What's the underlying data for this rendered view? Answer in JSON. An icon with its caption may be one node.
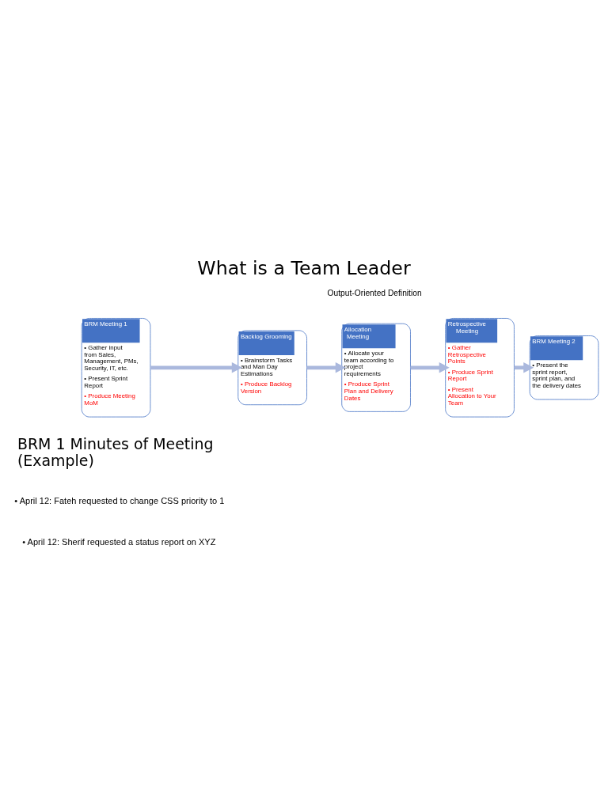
{
  "diagram": {
    "title": "What is a Team Leader",
    "nodes": [
      {
        "text": [
          "BRM Meeting 1",
          "• Gather input from Sales, Management, PMs, Security, IT, etc.",
          "• Present Sprint Report",
          "• Produce Meeting MoM"
        ]
      },
      {
        "text": [
          "Backlog Grooming",
          "• Brainstorm Tasks and Man Day Estimations",
          "• Produce Backlog Version"
        ]
      },
      {
        "text": [
          "Allocation Meeting",
          "• Allocate your team according to project requirements",
          "• Produce Sprint Plan and Delivery Dates"
        ]
      },
      {
        "text": [
          "Retrospective Meeting",
          "• Gather Retrospective Points",
          "• Produce Sprint Report",
          "• Present Allocation to Your Team"
        ]
      },
      {
        "text": [
          "BRM Meeting 2",
          "• Present the sprint report, sprint plan, and the delivery dates"
        ]
      }
    ],
    "edges": [
      {
        "from": 0,
        "to": 1,
        "arrow": "to"
      },
      {
        "from": 1,
        "to": 2,
        "arrow": "to"
      },
      {
        "from": 2,
        "to": 3,
        "arrow": "to"
      },
      {
        "from": 3,
        "to": 4,
        "arrow": "to"
      }
    ],
    "labels": [
      "Output-Oriented Definition",
      "BRM 1 Minutes of Meeting (Example)",
      "• April 12: Fateh requested to change CSS priority to 1",
      "• April 12: Sherif requested a status report on XYZ"
    ]
  }
}
